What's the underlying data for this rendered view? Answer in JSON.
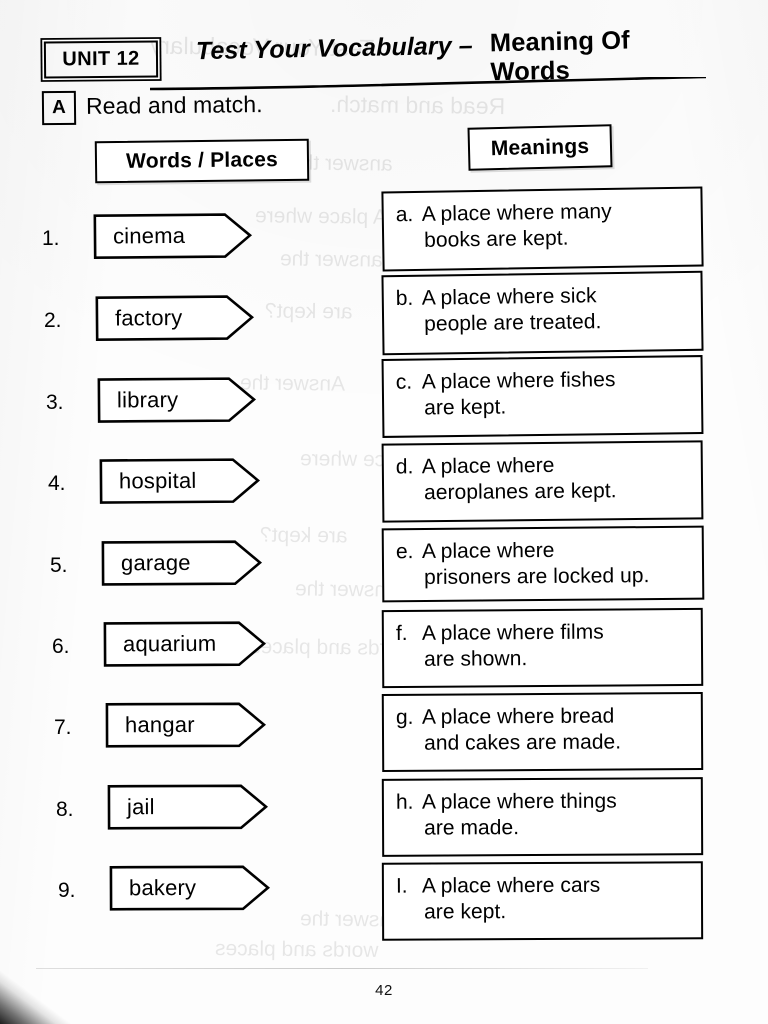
{
  "header": {
    "unit_label": "UNIT 12",
    "title_italic": "Test Your Vocabulary –",
    "title_bold": "Meaning Of Words",
    "section_letter": "A",
    "instruction": "Read and match."
  },
  "columns": {
    "left_heading": "Words / Places",
    "right_heading": "Meanings"
  },
  "words": [
    {
      "number": "1.",
      "word": "cinema"
    },
    {
      "number": "2.",
      "word": "factory"
    },
    {
      "number": "3.",
      "word": "library"
    },
    {
      "number": "4.",
      "word": "hospital"
    },
    {
      "number": "5.",
      "word": "garage"
    },
    {
      "number": "6.",
      "word": "aquarium"
    },
    {
      "number": "7.",
      "word": "hangar"
    },
    {
      "number": "8.",
      "word": "jail"
    },
    {
      "number": "9.",
      "word": "bakery"
    }
  ],
  "meanings": [
    {
      "marker": "a.",
      "line1": "A place where many",
      "line2": "books are kept."
    },
    {
      "marker": "b.",
      "line1": "A place where sick",
      "line2": "people are treated."
    },
    {
      "marker": "c.",
      "line1": "A place where fishes",
      "line2": "are kept."
    },
    {
      "marker": "d.",
      "line1": "A place where",
      "line2": "aeroplanes are kept."
    },
    {
      "marker": "e.",
      "line1": "A place where",
      "line2": "prisoners are locked up."
    },
    {
      "marker": "f.",
      "line1": "A place where films",
      "line2": "are shown."
    },
    {
      "marker": "g.",
      "line1": "A place where bread",
      "line2": "and cakes are made."
    },
    {
      "marker": "h.",
      "line1": "A place where things",
      "line2": "are made."
    },
    {
      "marker": "I.",
      "line1": "A place where cars",
      "line2": "are kept."
    }
  ],
  "footer": {
    "page_number": "42"
  },
  "ghost_text": [
    "Test Your Vocabulary",
    "Read and match.",
    "A place where",
    "answer the",
    "are kept?",
    "Answer the",
    "words and places"
  ]
}
